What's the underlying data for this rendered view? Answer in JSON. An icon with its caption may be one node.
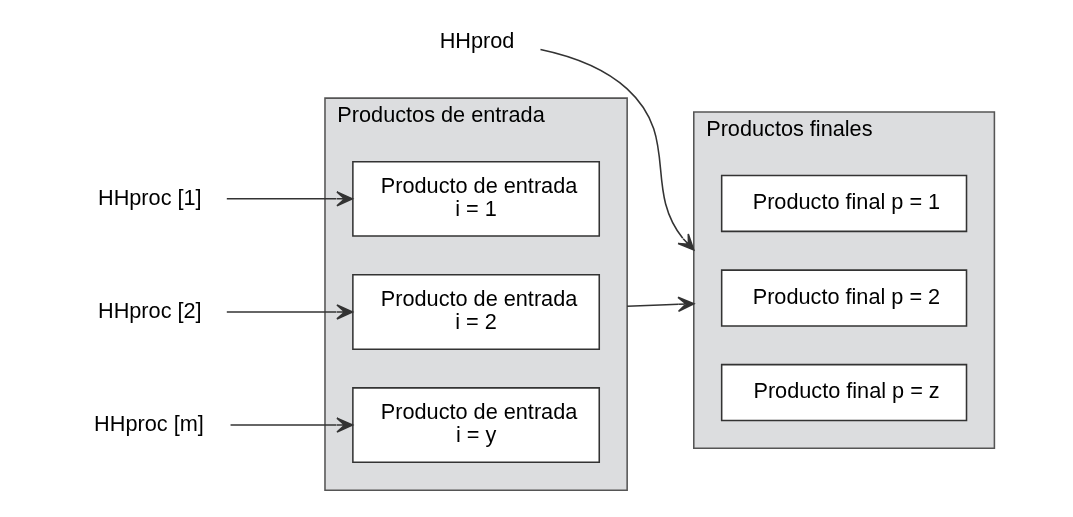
{
  "diagram": {
    "nodes": [
      {
        "text": [
          "Productos de entrada"
        ]
      },
      {
        "text": [
          "Producto de entrada i = 1"
        ],
        "in": 0
      },
      {
        "text": [
          "Producto de entrada i = 2"
        ],
        "in": 0
      },
      {
        "text": [
          "Producto de entrada i = y"
        ],
        "in": 0
      },
      {
        "text": [
          "Productos finales"
        ]
      },
      {
        "text": [
          "Producto final p = 1"
        ],
        "in": 4
      },
      {
        "text": [
          "Producto final p = 2"
        ],
        "in": 4
      },
      {
        "text": [
          "Producto final p = z"
        ],
        "in": 4
      },
      {
        "text": [
          "HHproc [1]"
        ]
      },
      {
        "text": [
          "HHproc [2]"
        ]
      },
      {
        "text": [
          "HHproc [m]"
        ]
      },
      {
        "text": [
          "HHprod"
        ]
      }
    ],
    "edges": [
      {
        "from": 8,
        "to": 1,
        "arrow": "to"
      },
      {
        "from": 9,
        "to": 2,
        "arrow": "to"
      },
      {
        "from": 10,
        "to": 3,
        "arrow": "to"
      },
      {
        "from": 0,
        "to": 4,
        "arrow": "to"
      },
      {
        "from": 11,
        "to": 4,
        "arrow": "to"
      }
    ]
  }
}
